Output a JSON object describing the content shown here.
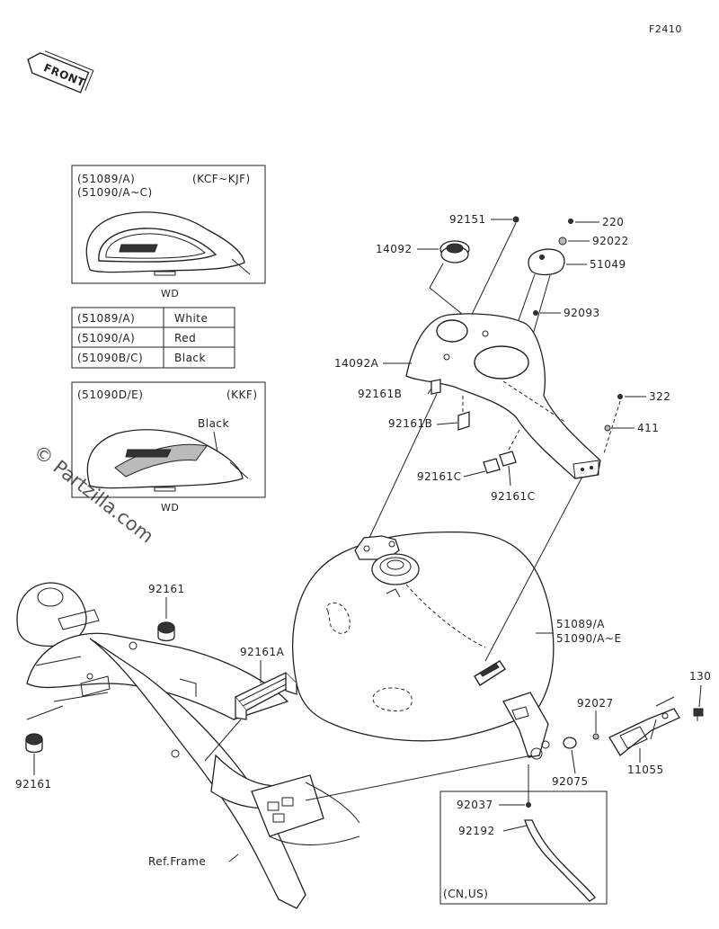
{
  "figure_code": "F2410",
  "front_label": "FRONT",
  "watermark": "© Partzilla.com",
  "variant_box_1": {
    "line1": "(51089/A)",
    "line2": "(51090/A~C)",
    "models": "(KCF~KJF)",
    "caption": "WD"
  },
  "color_table": [
    {
      "code": "(51089/A)",
      "color": "White"
    },
    {
      "code": "(51090/A)",
      "color": "Red"
    },
    {
      "code": "(51090B/C)",
      "color": "Black"
    }
  ],
  "variant_box_2": {
    "line1": "(51090D/E)",
    "models": "(KKF)",
    "color_note": "Black",
    "caption": "WD"
  },
  "callouts": {
    "p92151": "92151",
    "p220": "220",
    "p14092": "14092",
    "p92022": "92022",
    "p51049": "51049",
    "p92093": "92093",
    "p14092A": "14092A",
    "p92161B_1": "92161B",
    "p92161B_2": "92161B",
    "p322": "322",
    "p411": "411",
    "p92161C_1": "92161C",
    "p92161C_2": "92161C",
    "p92161_top": "92161",
    "p92161A": "92161A",
    "p51089": "51089/A",
    "p51090": "51090/A~E",
    "p130": "130",
    "p92027": "92027",
    "p92161_bot": "92161",
    "p11055": "11055",
    "p92075": "92075",
    "p92037": "92037",
    "p92192": "92192",
    "ref_frame": "Ref.Frame",
    "cn_us": "(CN,US)"
  }
}
